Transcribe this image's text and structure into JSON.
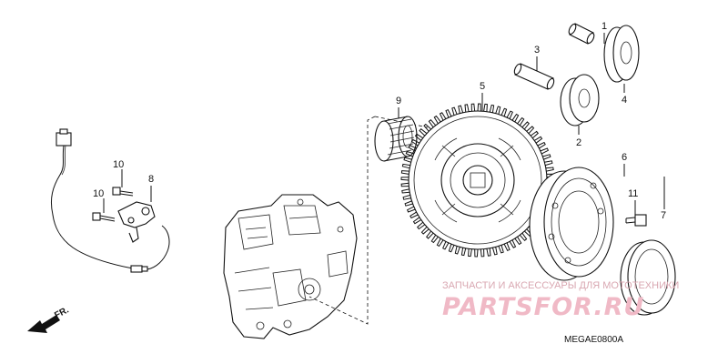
{
  "callouts": {
    "c1": "1",
    "c2": "2",
    "c3": "3",
    "c4": "4",
    "c5": "5",
    "c6": "6",
    "c7": "7",
    "c8": "8",
    "c9": "9",
    "c10a": "10",
    "c10b": "10",
    "c11": "11"
  },
  "front_marker": "FR.",
  "diagram_code": "MEGAE0800A",
  "watermark": {
    "line1": "ЗАПЧАСТИ И АКСЕССУАРЫ ДЛЯ МОТОТЕХНИКИ",
    "line2": "PARTSFOR.RU"
  }
}
